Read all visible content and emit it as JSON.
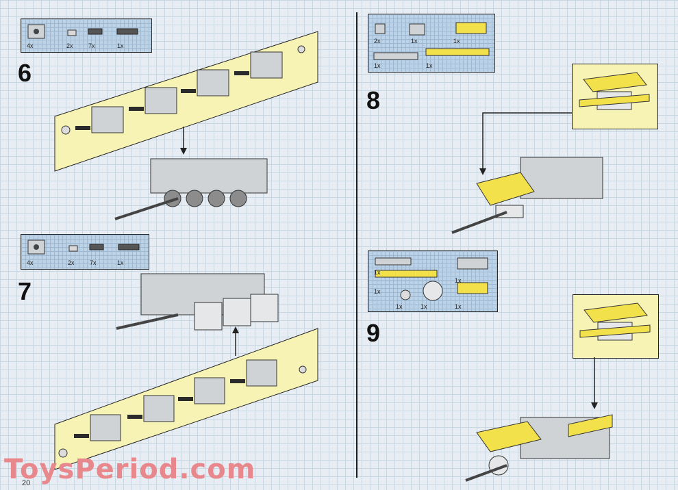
{
  "steps": {
    "s6": {
      "number": "6",
      "parts": [
        "4x",
        "2x",
        "7x",
        "1x"
      ]
    },
    "s7": {
      "number": "7",
      "parts": [
        "4x",
        "2x",
        "7x",
        "1x"
      ]
    },
    "s8": {
      "number": "8",
      "parts": [
        "2x",
        "1x",
        "1x",
        "1x",
        "1x"
      ]
    },
    "s9": {
      "number": "9",
      "parts": [
        "1x",
        "1x",
        "1x",
        "1x",
        "1x",
        "1x"
      ]
    }
  },
  "page_number": "20",
  "watermark": "ToysPeriod.com",
  "colors": {
    "yellow": "#f2e14a",
    "callout": "#f6f3b5",
    "grey": "#cfd3d6",
    "dark": "#2b2b2b",
    "watermark": "#e8888c"
  }
}
